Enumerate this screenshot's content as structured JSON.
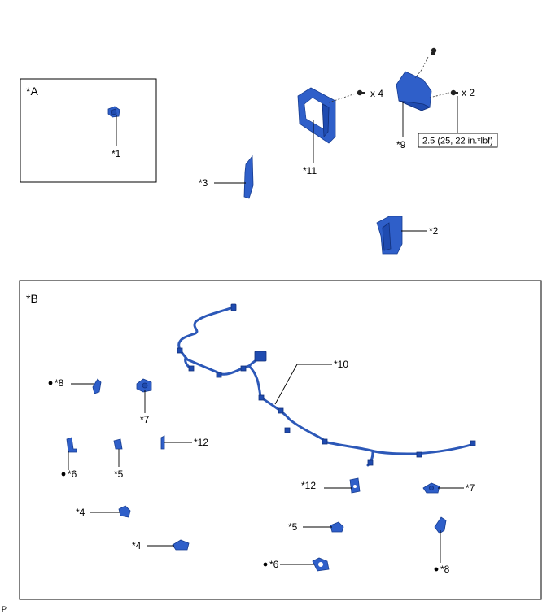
{
  "boxes": {
    "a": {
      "label": "*A"
    },
    "b": {
      "label": "*B"
    }
  },
  "callouts": {
    "c1": "*1",
    "c2": "*2",
    "c3": "*3",
    "c4a": "*4",
    "c4b": "*4",
    "c5a": "*5",
    "c5b": "*5",
    "c6a": "*6",
    "c6b": "*6",
    "c7a": "*7",
    "c7b": "*7",
    "c8a": "*8",
    "c8b": "*8",
    "c9": "*9",
    "c10": "*10",
    "c11": "*11",
    "c12a": "*12",
    "c12b": "*12"
  },
  "quantities": {
    "bracket_bolts": "x 4",
    "sensor_bolts": "x 2"
  },
  "torque": {
    "value": "2.5 (25, 22 in.*lbf)"
  },
  "corner_code": "P",
  "colors": {
    "part": "#2f5fc9",
    "harness": "#2c58b8"
  }
}
